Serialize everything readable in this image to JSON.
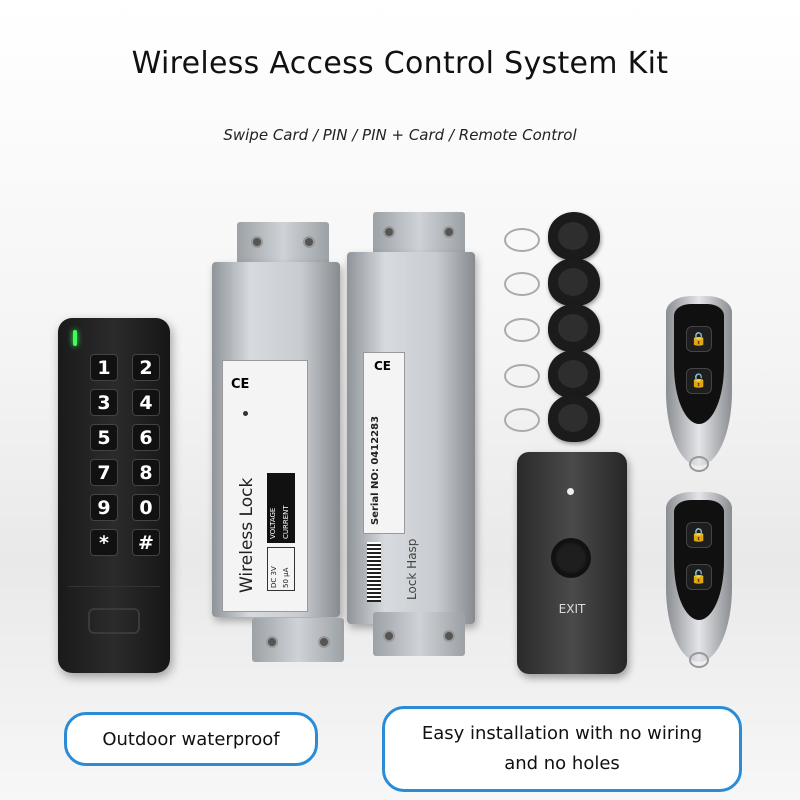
{
  "header": {
    "title": "Wireless Access Control System Kit",
    "subtitle": "Swipe Card / PIN / PIN + Card / Remote Control"
  },
  "keypad": {
    "keys": [
      "1",
      "2",
      "3",
      "4",
      "5",
      "6",
      "7",
      "8",
      "9",
      "0",
      "*",
      "#"
    ]
  },
  "lock_left": {
    "ce_mark": "CE",
    "name": "Wireless Lock",
    "spec_labels": [
      "VOLTAGE",
      "CURRENT"
    ],
    "spec_values": [
      "DC 3V",
      "50 μA"
    ]
  },
  "lock_right": {
    "ce_mark": "CE",
    "serial": "Serial NO: 0412283",
    "name": "Lock Hasp"
  },
  "exit_button": {
    "label": "EXIT"
  },
  "remotes": {
    "lock_symbol": "🔒",
    "unlock_symbol": "🔓"
  },
  "features": {
    "left": "Outdoor waterproof",
    "right_line1": "Easy installation with no wiring",
    "right_line2": "and no holes"
  }
}
